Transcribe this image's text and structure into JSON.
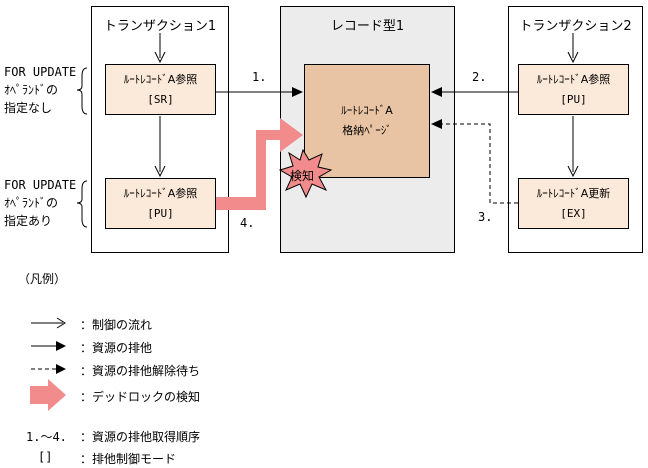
{
  "transaction1": {
    "title": "トランザクション1",
    "box_top": {
      "label": "ﾙｰﾄﾚｺｰﾄﾞA参照",
      "mode": "[SR]"
    },
    "box_bottom": {
      "label": "ﾙｰﾄﾚｺｰﾄﾞA参照",
      "mode": "[PU]"
    }
  },
  "record_type": {
    "title": "レコード型1",
    "page_line1": "ﾙｰﾄﾚｺｰﾄﾞA",
    "page_line2": "格納ﾍﾟｰｼﾞ"
  },
  "transaction2": {
    "title": "トランザクション2",
    "box_top": {
      "label": "ﾙｰﾄﾚｺｰﾄﾞA参照",
      "mode": "[PU]"
    },
    "box_bottom": {
      "label": "ﾙｰﾄﾚｺｰﾄﾞA更新",
      "mode": "[EX]"
    }
  },
  "side_labels": {
    "top": {
      "line1": "FOR UPDATE",
      "line2": "ｵﾍﾟﾗﾝﾄﾞの",
      "line3": "指定なし"
    },
    "bottom": {
      "line1": "FOR UPDATE",
      "line2": "ｵﾍﾟﾗﾝﾄﾞの",
      "line3": "指定あり"
    }
  },
  "steps": {
    "s1": "1.",
    "s2": "2.",
    "s3": "3.",
    "s4": "4."
  },
  "detect_label": "検知",
  "legend": {
    "title": "（凡例）",
    "control_flow": "：制御の流れ",
    "exclusive": "：資源の排他",
    "wait_release": "：資源の排他解除待ち",
    "deadlock": "：デッドロックの検知",
    "order_key": "1.～4.",
    "order_desc": "：資源の排他取得順序",
    "mode_key": "[]",
    "mode_desc": "：排他制御モード"
  },
  "colors": {
    "process_fill": "#fbe9d9",
    "page_fill": "#e8c4a4",
    "record_panel_fill": "#ececec",
    "deadlock_arrow": "#f28c8c"
  }
}
